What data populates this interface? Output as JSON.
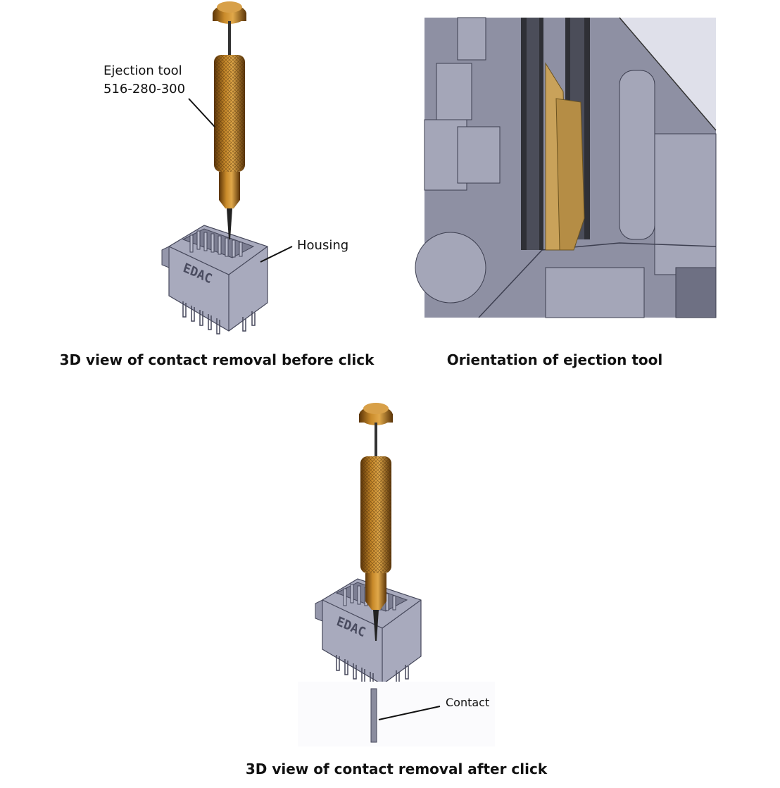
{
  "figure_1": {
    "caption": "3D view of contact removal before click",
    "tool_label_line1": "Ejection tool",
    "tool_label_line2": "516-280-300",
    "housing_label": "Housing",
    "housing_logo": "EDAC"
  },
  "figure_2": {
    "caption": "Orientation of ejection tool"
  },
  "figure_3": {
    "caption": "3D view of contact removal after click",
    "contact_label": "Contact",
    "housing_logo": "EDAC"
  },
  "colors": {
    "brass": "#b7791f",
    "brass_dark": "#6e4310",
    "housing_gray": "#9a9cb0",
    "render_gray": "#8e90a3",
    "render_dark": "#55576a",
    "contact_gold": "#c9a25a"
  }
}
